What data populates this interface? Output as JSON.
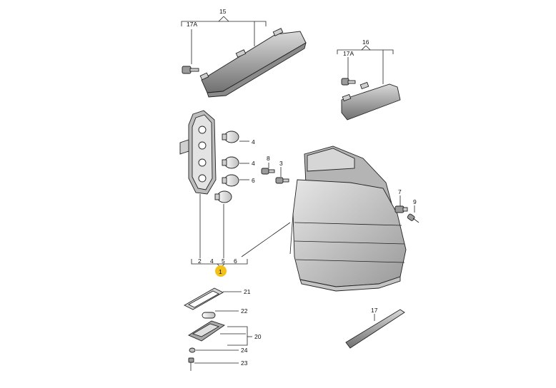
{
  "labels": {
    "p1": "1",
    "p2": "2",
    "p3": "3",
    "p4a": "4",
    "p4b": "4",
    "p4c": "4",
    "p5": "5",
    "p6a": "6",
    "p6b": "6",
    "p7": "7",
    "p8": "8",
    "p9": "9",
    "p15": "15",
    "p16": "16",
    "p17": "17",
    "p17a_left": "17A",
    "p17a_right": "17A",
    "p20": "20",
    "p21": "21",
    "p22": "22",
    "p23": "23",
    "p24": "24"
  },
  "colors": {
    "callout_marker": "#f2c21b",
    "lens_light": "#d2d2d2",
    "lens_dark": "#8d8d8d",
    "housing": "#aaaaaa"
  }
}
